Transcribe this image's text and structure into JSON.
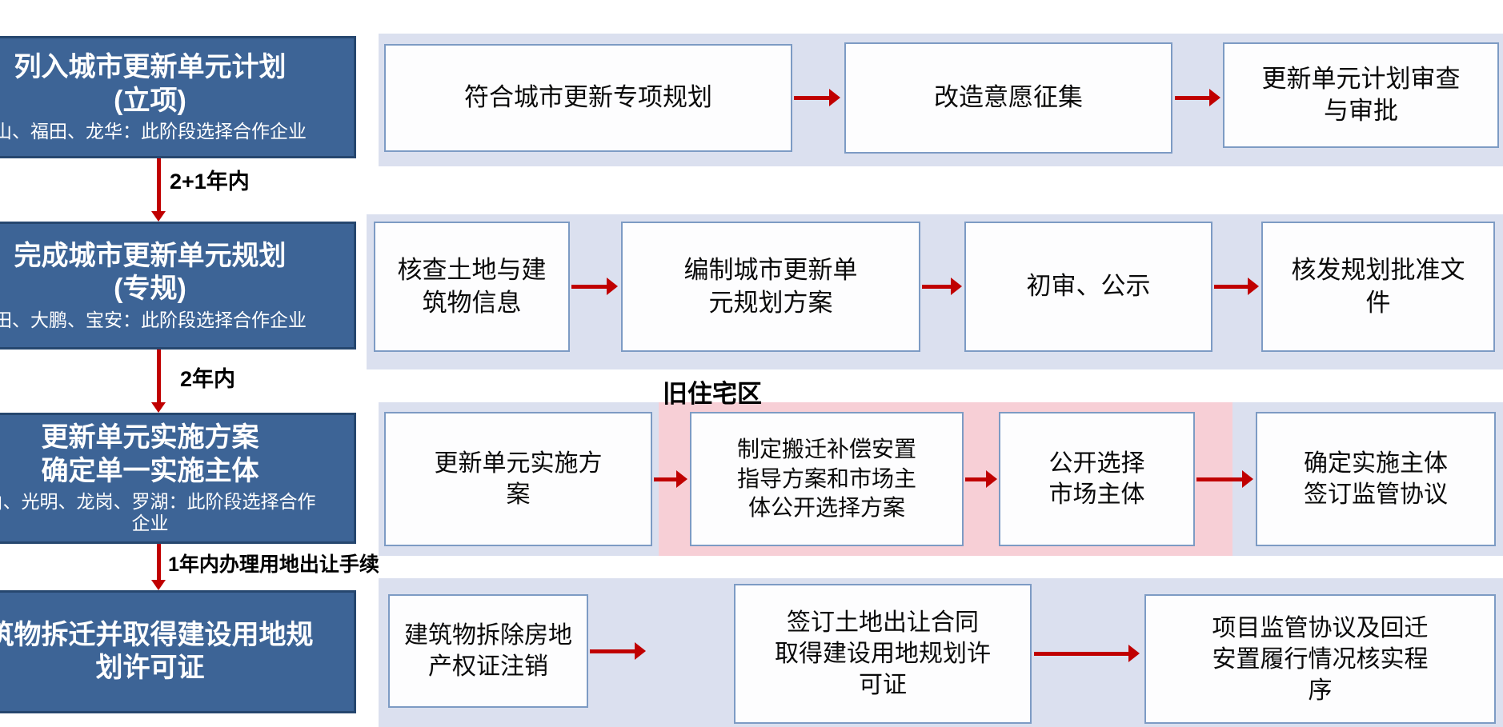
{
  "colors": {
    "stage_fill": "#3d6496",
    "stage_border": "#26476f",
    "band_fill": "#dbe0ef",
    "box_fill": "#fdfdfe",
    "box_border": "#7d9bc4",
    "arrow_red": "#c00000",
    "pink_fill": "#f7cfd6",
    "text_dark": "#0a0a0a",
    "stage_text": "#ffffff"
  },
  "stages": [
    {
      "title_lines": [
        "列入城市更新单元计划",
        "(立项)"
      ],
      "subtitle_lines": [
        "山、福田、龙华：此阶段选择合作企业"
      ]
    },
    {
      "title_lines": [
        "完成城市更新单元规划",
        "(专规)"
      ],
      "subtitle_lines": [
        "田、大鹏、宝安：此阶段选择合作企业"
      ]
    },
    {
      "title_lines": [
        "更新单元实施方案",
        "确定单一实施主体"
      ],
      "subtitle_lines": [
        "山、光明、龙岗、罗湖：此阶段选择合作",
        "企业"
      ]
    },
    {
      "title_lines": [
        "筑物拆迁并取得建设用地规",
        "划许可证"
      ],
      "subtitle_lines": []
    }
  ],
  "connectors": [
    {
      "label": "2+1年内"
    },
    {
      "label": "2年内"
    },
    {
      "label": "1年内办理用地出让手续"
    }
  ],
  "annotation": {
    "old_residential_label": "旧住宅区"
  },
  "rows": [
    {
      "boxes": [
        {
          "lines": [
            "符合城市更新专项规划"
          ]
        },
        {
          "lines": [
            "改造意愿征集"
          ]
        },
        {
          "lines": [
            "更新单元计划审查",
            "与审批"
          ]
        }
      ]
    },
    {
      "boxes": [
        {
          "lines": [
            "核查土地与建",
            "筑物信息"
          ]
        },
        {
          "lines": [
            "编制城市更新单",
            "元规划方案"
          ]
        },
        {
          "lines": [
            "初审、公示"
          ]
        },
        {
          "lines": [
            "核发规划批准文",
            "件"
          ]
        }
      ]
    },
    {
      "boxes": [
        {
          "lines": [
            "更新单元实施方",
            "案"
          ]
        },
        {
          "lines": [
            "制定搬迁补偿安置",
            "指导方案和市场主",
            "体公开选择方案"
          ]
        },
        {
          "lines": [
            "公开选择",
            "市场主体"
          ]
        },
        {
          "lines": [
            "确定实施主体",
            "签订监管协议"
          ]
        }
      ]
    },
    {
      "boxes": [
        {
          "lines": [
            "建筑物拆除房地",
            "产权证注销"
          ]
        },
        {
          "lines": [
            "签订土地出让合同",
            "取得建设用地规划许",
            "可证"
          ]
        },
        {
          "lines": [
            "项目监管协议及回迁",
            "安置履行情况核实程",
            "序"
          ]
        }
      ]
    }
  ]
}
